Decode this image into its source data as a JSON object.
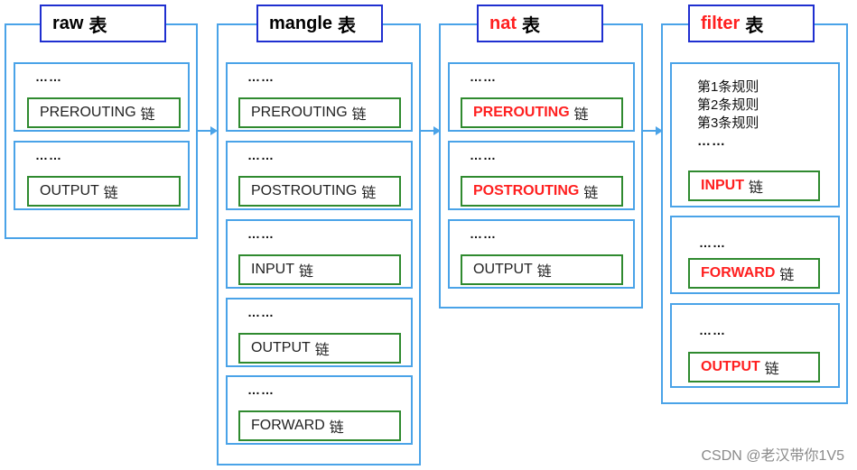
{
  "tables": [
    {
      "id": "raw",
      "name": "raw",
      "suffix": "表",
      "red": false,
      "chains": [
        {
          "dots": "……",
          "name": "PREROUTING",
          "suffix": "链",
          "red": false
        },
        {
          "dots": "……",
          "name": "OUTPUT",
          "suffix": "链",
          "red": false
        }
      ]
    },
    {
      "id": "mangle",
      "name": "mangle",
      "suffix": "表",
      "red": false,
      "chains": [
        {
          "dots": "……",
          "name": "PREROUTING",
          "suffix": "链",
          "red": false
        },
        {
          "dots": "……",
          "name": "POSTROUTING",
          "suffix": "链",
          "red": false
        },
        {
          "dots": "……",
          "name": "INPUT",
          "suffix": "链",
          "red": false
        },
        {
          "dots": "……",
          "name": "OUTPUT",
          "suffix": "链",
          "red": false
        },
        {
          "dots": "……",
          "name": "FORWARD",
          "suffix": "链",
          "red": false
        }
      ]
    },
    {
      "id": "nat",
      "name": "nat",
      "suffix": "表",
      "red": true,
      "chains": [
        {
          "dots": "……",
          "name": "PREROUTING",
          "suffix": "链",
          "red": true
        },
        {
          "dots": "……",
          "name": "POSTROUTING",
          "suffix": "链",
          "red": true
        },
        {
          "dots": "……",
          "name": "OUTPUT",
          "suffix": "链",
          "red": false
        }
      ]
    },
    {
      "id": "filter",
      "name": "filter",
      "suffix": "表",
      "red": true,
      "chains": [
        {
          "rules": [
            "第1条规则",
            "第2条规则",
            "第3条规则"
          ],
          "dots": "……",
          "name": "INPUT",
          "suffix": "链",
          "red": true
        },
        {
          "dots": "……",
          "name": "FORWARD",
          "suffix": "链",
          "red": true
        },
        {
          "dots": "……",
          "name": "OUTPUT",
          "suffix": "链",
          "red": true
        }
      ]
    }
  ],
  "watermark": "CSDN @老汉带你1V5",
  "colors": {
    "table_border": "#4aa3e8",
    "title_border": "#1f2fd0",
    "chain_border": "#2f8a2f",
    "highlight_text": "#ff2020"
  }
}
